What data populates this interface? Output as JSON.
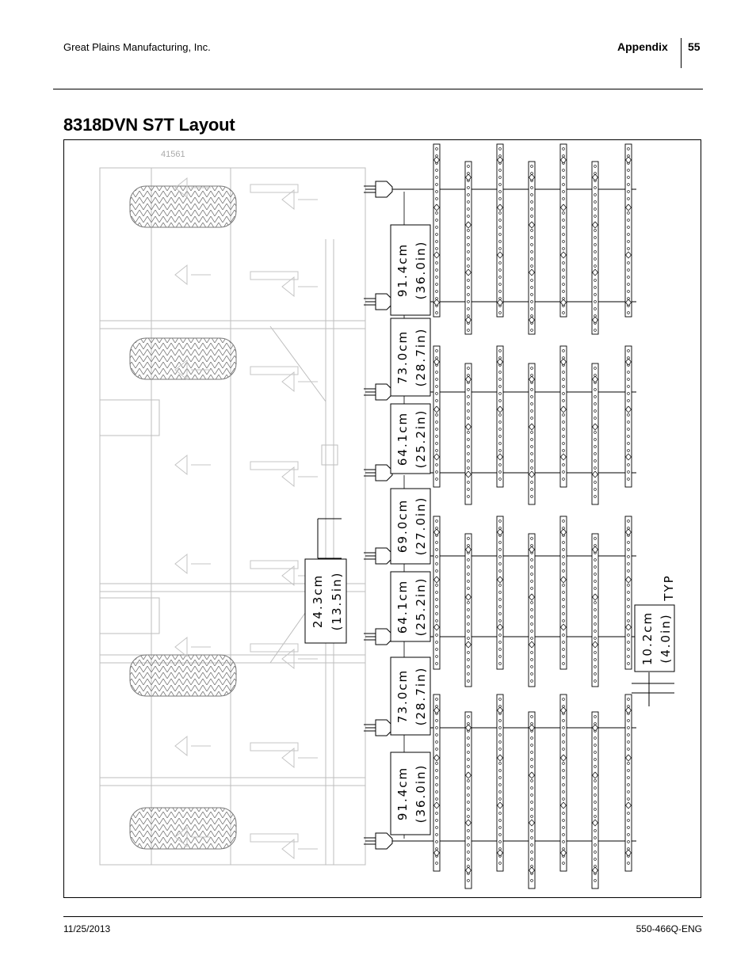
{
  "header": {
    "company": "Great Plains Manufacturing, Inc.",
    "section": "Appendix",
    "page_number": "55"
  },
  "title": "8318DVN S7T Layout",
  "figure": {
    "figure_id": "41561",
    "typ_label": "TYP",
    "row_spacings": [
      {
        "cm": "91.4cm",
        "in": "(36.0in)"
      },
      {
        "cm": "73.0cm",
        "in": "(28.7in)"
      },
      {
        "cm": "64.1cm",
        "in": "(25.2in)"
      },
      {
        "cm": "69.0cm",
        "in": "(27.0in)"
      },
      {
        "cm": "64.1cm",
        "in": "(25.2in)"
      },
      {
        "cm": "73.0cm",
        "in": "(28.7in)"
      },
      {
        "cm": "91.4cm",
        "in": "(36.0in)"
      }
    ],
    "center_offset": {
      "cm": "24.3cm",
      "in": "(13.5in)"
    },
    "tine_spacing": {
      "cm": "10.2cm",
      "in": "(4.0in)"
    }
  },
  "footer": {
    "date": "11/25/2013",
    "doc_number": "550-466Q-ENG"
  }
}
